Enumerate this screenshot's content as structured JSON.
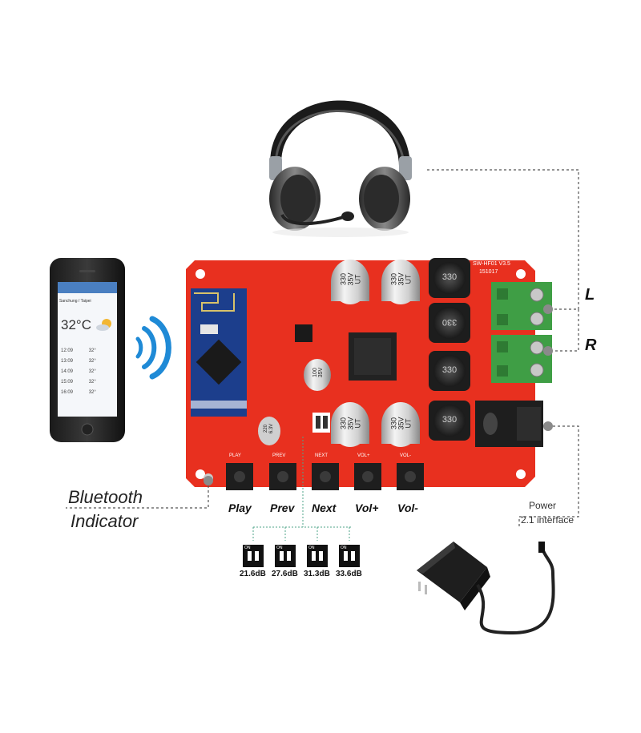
{
  "phone": {
    "location": "Sanchung / Taipei",
    "temperature": "32°C",
    "forecast_rows": [
      {
        "day": "12:09",
        "temp": "32°"
      },
      {
        "day": "13:09",
        "temp": "32°"
      },
      {
        "day": "14:09",
        "temp": "32°"
      },
      {
        "day": "15:09",
        "temp": "32°"
      },
      {
        "day": "16:09",
        "temp": "32°"
      }
    ]
  },
  "board": {
    "model": "SW-HF01 V3.5",
    "date_code": "151017",
    "capacitor_top_1": [
      "330",
      "35V",
      "UT"
    ],
    "capacitor_top_2": [
      "330",
      "35V",
      "UT"
    ],
    "capacitor_bot_1": [
      "330",
      "35V",
      "UT"
    ],
    "capacitor_bot_2": [
      "330",
      "35V",
      "UT"
    ],
    "capacitor_small": [
      "100",
      "35V"
    ],
    "capacitor_small_2": [
      "220",
      "6.3V"
    ],
    "inductors": [
      "330",
      "330",
      "330",
      "330"
    ],
    "silk_buttons": [
      "PLAY",
      "PREV",
      "NEXT",
      "VOL+",
      "VOL-"
    ]
  },
  "buttons": {
    "play": "Play",
    "prev": "Prev",
    "next": "Next",
    "vol_plus": "Vol+",
    "vol_minus": "Vol-"
  },
  "labels": {
    "bluetooth_line1": "Bluetooth",
    "bluetooth_line2": "Indicator",
    "left_channel": "L",
    "right_channel": "R",
    "power_line1": "Power",
    "power_line2": "2.1 interface"
  },
  "gain": {
    "switch_label": "ON",
    "settings": [
      "21.6dB",
      "27.6dB",
      "31.3dB",
      "33.6dB"
    ]
  },
  "colors": {
    "pcb": "#e8301f",
    "terminal": "#3f9e45",
    "leader": "#555555",
    "gain_leader": "#4fa58a"
  }
}
